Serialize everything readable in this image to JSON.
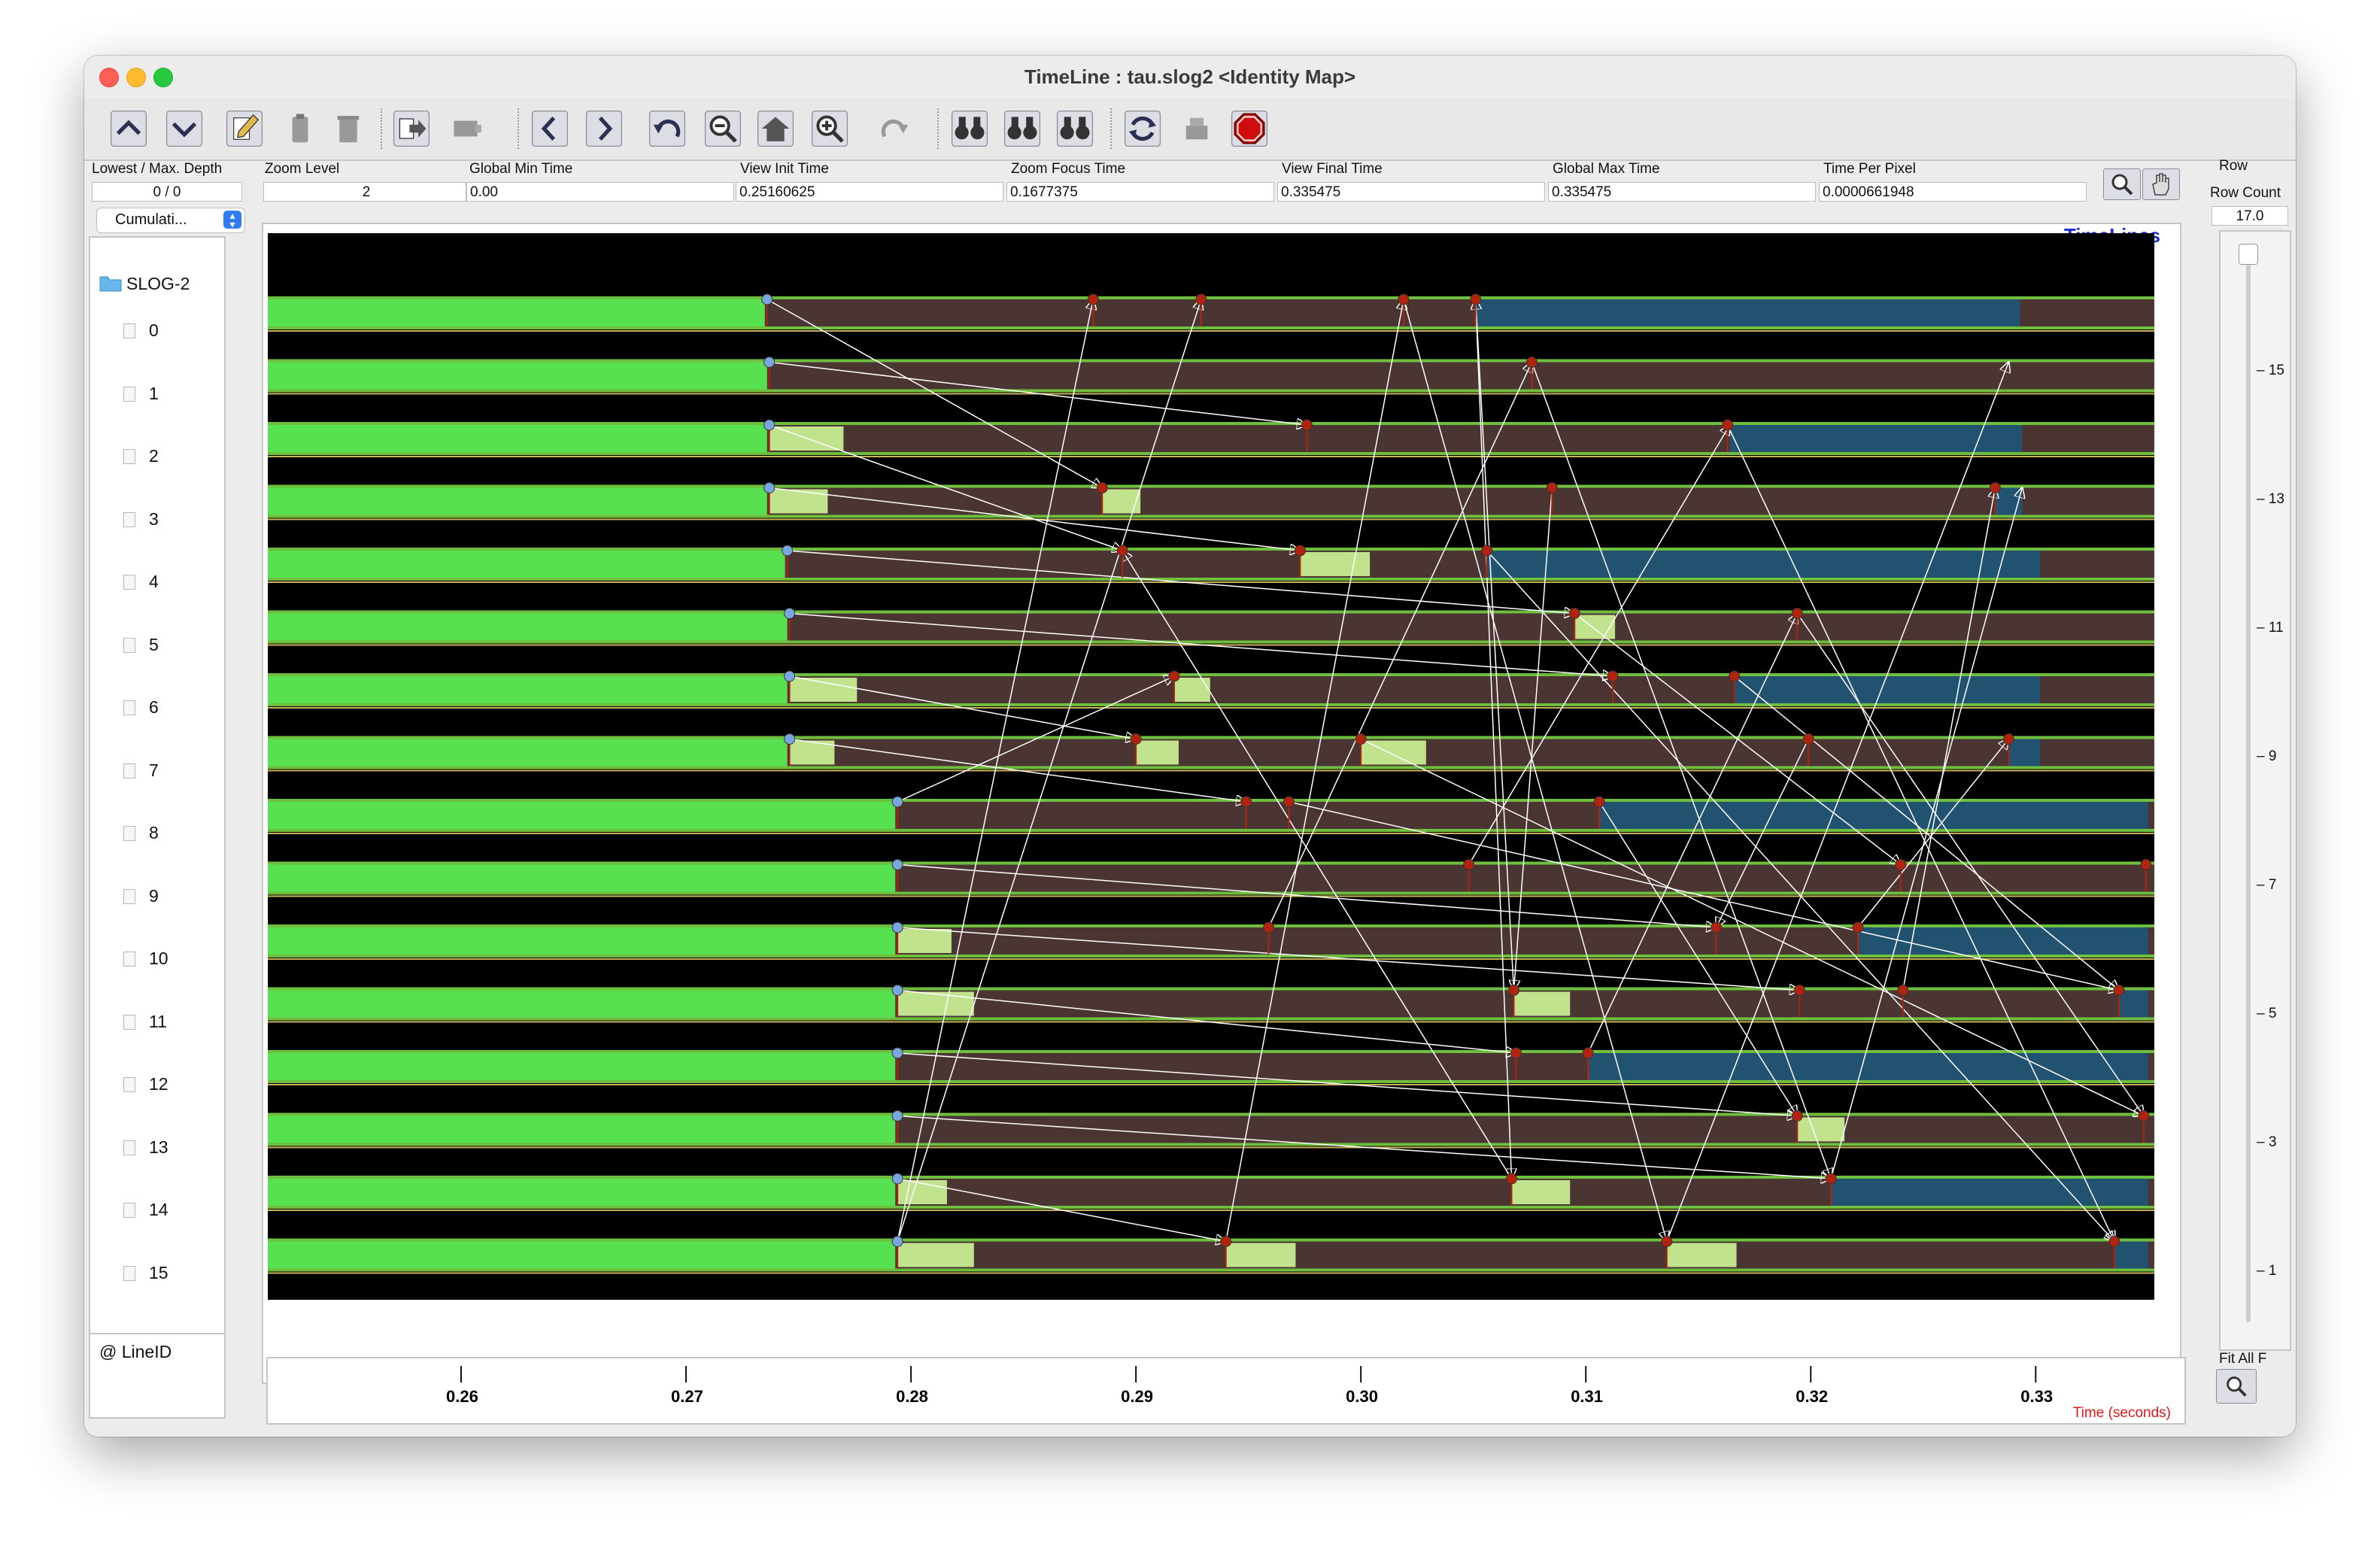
{
  "window": {
    "title": "TimeLine : tau.slog2  <Identity Map>"
  },
  "info_bar": {
    "lowest_label": "Lowest / Max. Depth",
    "lowest_value": "0 / 0",
    "display_mode": "Cumulati...",
    "fields": [
      {
        "label": "Zoom Level",
        "value": "2"
      },
      {
        "label": "Global Min Time",
        "value": "0.00"
      },
      {
        "label": "View  Init Time",
        "value": "0.25160625"
      },
      {
        "label": "Zoom Focus Time",
        "value": "0.1677375"
      },
      {
        "label": "View Final Time",
        "value": "0.335475"
      },
      {
        "label": "Global Max Time",
        "value": "0.335475"
      },
      {
        "label": "Time Per Pixel",
        "value": "0.0000661948"
      }
    ]
  },
  "right_panel": {
    "row_label": "Row",
    "row_count_label": "Row Count",
    "row_count_value": "17.0",
    "fit_all_label": "Fit All F"
  },
  "tree": {
    "root": "SLOG-2",
    "rows": [
      "0",
      "1",
      "2",
      "3",
      "4",
      "5",
      "6",
      "7",
      "8",
      "9",
      "10",
      "11",
      "12",
      "13",
      "14",
      "15"
    ]
  },
  "lineid_label": "@ LineID",
  "canvas": {
    "title": "TimeLines"
  },
  "time_axis": {
    "ticks": [
      "0.26",
      "0.27",
      "0.28",
      "0.29",
      "0.30",
      "0.31",
      "0.32",
      "0.33"
    ],
    "label": "Time (seconds)"
  },
  "vertical_axis": {
    "ticks": [
      "15",
      "13",
      "11",
      "9",
      "7",
      "5",
      "3",
      "1"
    ]
  },
  "colors": {
    "init": "#57e04f",
    "compute": "#4a3533",
    "send_recv": "#c2e38e",
    "wait": "#215270",
    "message_arrow": "#ffffff",
    "event_marker": "#b0240f",
    "background": "#000000"
  },
  "timeline_rows": [
    {
      "id": "0",
      "init_end": 0.2737,
      "states": [
        {
          "t0": 0.3053,
          "t1": 0.3295,
          "kind": "wait"
        }
      ],
      "events": [
        0.2738,
        0.2883,
        0.2931,
        0.3021,
        0.3053
      ]
    },
    {
      "id": "1",
      "init_end": 0.2738,
      "states": [],
      "events": [
        0.2739,
        0.3078
      ]
    },
    {
      "id": "2",
      "init_end": 0.2738,
      "states": [
        {
          "t0": 0.2739,
          "t1": 0.2772,
          "kind": "send_recv"
        },
        {
          "t0": 0.3166,
          "t1": 0.3296,
          "kind": "wait"
        }
      ],
      "events": [
        0.2739,
        0.2978,
        0.3165
      ]
    },
    {
      "id": "3",
      "init_end": 0.2738,
      "states": [
        {
          "t0": 0.2739,
          "t1": 0.2765,
          "kind": "send_recv"
        },
        {
          "t0": 0.2887,
          "t1": 0.2904,
          "kind": "send_recv"
        },
        {
          "t0": 0.3284,
          "t1": 0.3296,
          "kind": "wait"
        }
      ],
      "events": [
        0.2739,
        0.2887,
        0.3087,
        0.3284
      ]
    },
    {
      "id": "4",
      "init_end": 0.2746,
      "states": [
        {
          "t0": 0.2975,
          "t1": 0.3006,
          "kind": "send_recv"
        },
        {
          "t0": 0.3058,
          "t1": 0.3304,
          "kind": "wait"
        }
      ],
      "events": [
        0.2747,
        0.2896,
        0.2975,
        0.3058
      ]
    },
    {
      "id": "5",
      "init_end": 0.2747,
      "states": [
        {
          "t0": 0.3097,
          "t1": 0.3115,
          "kind": "send_recv"
        }
      ],
      "events": [
        0.2748,
        0.3097,
        0.3196
      ]
    },
    {
      "id": "6",
      "init_end": 0.2747,
      "states": [
        {
          "t0": 0.2748,
          "t1": 0.2778,
          "kind": "send_recv"
        },
        {
          "t0": 0.2919,
          "t1": 0.2935,
          "kind": "send_recv"
        },
        {
          "t0": 0.3168,
          "t1": 0.3304,
          "kind": "wait"
        }
      ],
      "events": [
        0.2748,
        0.2919,
        0.3114,
        0.3168
      ]
    },
    {
      "id": "7",
      "init_end": 0.2747,
      "states": [
        {
          "t0": 0.2748,
          "t1": 0.2768,
          "kind": "send_recv"
        },
        {
          "t0": 0.2902,
          "t1": 0.2921,
          "kind": "send_recv"
        },
        {
          "t0": 0.3002,
          "t1": 0.3031,
          "kind": "send_recv"
        },
        {
          "t0": 0.329,
          "t1": 0.3304,
          "kind": "wait"
        }
      ],
      "events": [
        0.2748,
        0.2902,
        0.3002,
        0.3201,
        0.329
      ]
    },
    {
      "id": "8",
      "init_end": 0.2795,
      "states": [
        {
          "t0": 0.3108,
          "t1": 0.3352,
          "kind": "wait"
        }
      ],
      "events": [
        0.2796,
        0.2951,
        0.297,
        0.3108
      ]
    },
    {
      "id": "9",
      "init_end": 0.2795,
      "states": [],
      "events": [
        0.2796,
        0.305,
        0.3242,
        0.3351
      ]
    },
    {
      "id": "10",
      "init_end": 0.2795,
      "states": [
        {
          "t0": 0.2796,
          "t1": 0.282,
          "kind": "send_recv"
        },
        {
          "t0": 0.3223,
          "t1": 0.3352,
          "kind": "wait"
        }
      ],
      "events": [
        0.2796,
        0.2961,
        0.316,
        0.3223
      ]
    },
    {
      "id": "11",
      "init_end": 0.2795,
      "states": [
        {
          "t0": 0.2796,
          "t1": 0.283,
          "kind": "send_recv"
        },
        {
          "t0": 0.307,
          "t1": 0.3095,
          "kind": "send_recv"
        },
        {
          "t0": 0.3339,
          "t1": 0.3352,
          "kind": "wait"
        }
      ],
      "events": [
        0.2796,
        0.307,
        0.3197,
        0.3243,
        0.3339
      ]
    },
    {
      "id": "12",
      "init_end": 0.2795,
      "states": [
        {
          "t0": 0.3103,
          "t1": 0.3352,
          "kind": "wait"
        }
      ],
      "events": [
        0.2796,
        0.3071,
        0.3103
      ]
    },
    {
      "id": "13",
      "init_end": 0.2795,
      "states": [
        {
          "t0": 0.3196,
          "t1": 0.3217,
          "kind": "send_recv"
        }
      ],
      "events": [
        0.2796,
        0.3196,
        0.335
      ]
    },
    {
      "id": "14",
      "init_end": 0.2795,
      "states": [
        {
          "t0": 0.2796,
          "t1": 0.2818,
          "kind": "send_recv"
        },
        {
          "t0": 0.3069,
          "t1": 0.3095,
          "kind": "send_recv"
        },
        {
          "t0": 0.3211,
          "t1": 0.3352,
          "kind": "wait"
        }
      ],
      "events": [
        0.2796,
        0.3069,
        0.3211
      ]
    },
    {
      "id": "15",
      "init_end": 0.2795,
      "states": [
        {
          "t0": 0.2796,
          "t1": 0.283,
          "kind": "send_recv"
        },
        {
          "t0": 0.2942,
          "t1": 0.2973,
          "kind": "send_recv"
        },
        {
          "t0": 0.3138,
          "t1": 0.3169,
          "kind": "send_recv"
        },
        {
          "t0": 0.3337,
          "t1": 0.3352,
          "kind": "wait"
        }
      ],
      "events": [
        0.2796,
        0.2942,
        0.3138,
        0.3337
      ]
    }
  ],
  "messages": [
    [
      0.2738,
      0,
      0.2887,
      3
    ],
    [
      0.2739,
      1,
      0.2978,
      2
    ],
    [
      0.2739,
      2,
      0.2896,
      4
    ],
    [
      0.2739,
      3,
      0.2975,
      4
    ],
    [
      0.2747,
      4,
      0.3097,
      5
    ],
    [
      0.2748,
      5,
      0.3114,
      6
    ],
    [
      0.2748,
      6,
      0.2902,
      7
    ],
    [
      0.2748,
      7,
      0.2951,
      8
    ],
    [
      0.2796,
      8,
      0.2919,
      6
    ],
    [
      0.2796,
      9,
      0.316,
      10
    ],
    [
      0.2796,
      10,
      0.3197,
      11
    ],
    [
      0.2796,
      11,
      0.3071,
      12
    ],
    [
      0.2796,
      12,
      0.3196,
      13
    ],
    [
      0.2796,
      13,
      0.3211,
      14
    ],
    [
      0.2796,
      14,
      0.2942,
      15
    ],
    [
      0.2796,
      15,
      0.2883,
      0
    ],
    [
      0.2796,
      15,
      0.2931,
      0
    ],
    [
      0.3021,
      0,
      0.3138,
      15
    ],
    [
      0.3053,
      0,
      0.3069,
      14
    ],
    [
      0.3078,
      1,
      0.3211,
      14
    ],
    [
      0.3165,
      2,
      0.3337,
      15
    ],
    [
      0.3087,
      3,
      0.307,
      11
    ],
    [
      0.3058,
      4,
      0.3337,
      15
    ],
    [
      0.3097,
      5,
      0.3242,
      9
    ],
    [
      0.3196,
      5,
      0.335,
      13
    ],
    [
      0.3168,
      6,
      0.3339,
      11
    ],
    [
      0.3201,
      7,
      0.316,
      10
    ],
    [
      0.3108,
      8,
      0.3196,
      13
    ],
    [
      0.305,
      9,
      0.3166,
      2
    ],
    [
      0.2961,
      10,
      0.3078,
      1
    ],
    [
      0.3223,
      10,
      0.329,
      7
    ],
    [
      0.3243,
      11,
      0.3284,
      3
    ],
    [
      0.307,
      11,
      0.3053,
      0
    ],
    [
      0.3103,
      12,
      0.3196,
      5
    ],
    [
      0.3211,
      14,
      0.3296,
      3
    ],
    [
      0.3138,
      15,
      0.329,
      1
    ],
    [
      0.2942,
      15,
      0.3021,
      0
    ],
    [
      0.3069,
      14,
      0.2896,
      4
    ],
    [
      0.297,
      8,
      0.3339,
      11
    ],
    [
      0.3002,
      7,
      0.335,
      13
    ]
  ]
}
